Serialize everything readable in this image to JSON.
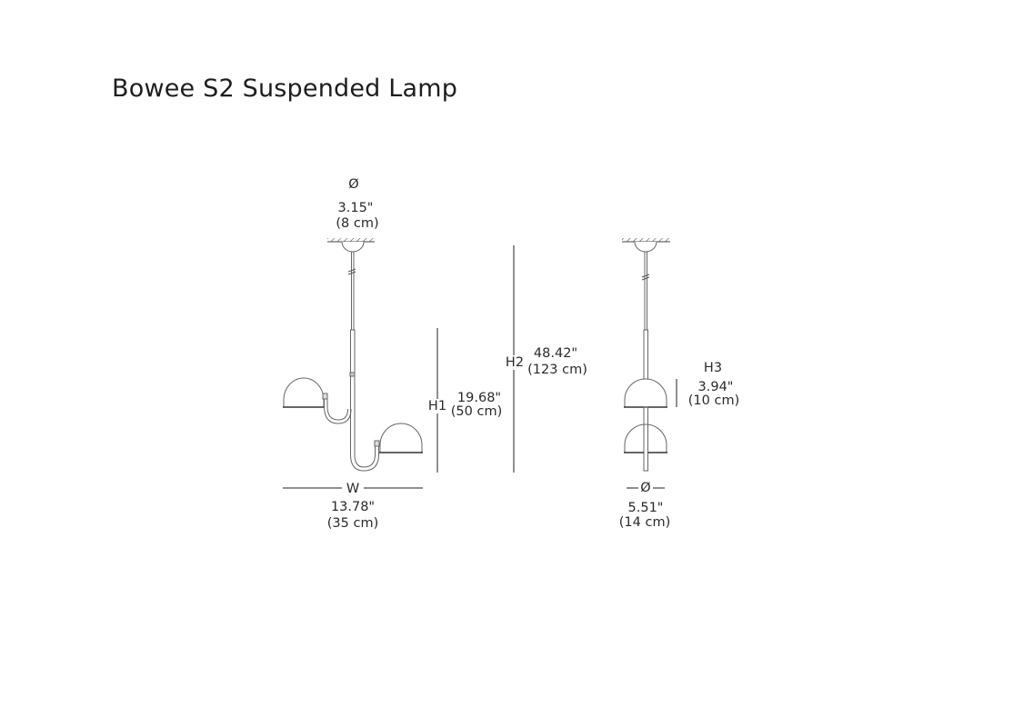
{
  "title": "Bowee S2 Suspended Lamp",
  "front_view": {
    "canopy_diameter": {
      "symbol": "Ø",
      "inches": "3.15\"",
      "cm": "(8 cm)"
    },
    "h1": {
      "label": "H1",
      "inches": "19.68\"",
      "cm": "(50 cm)"
    },
    "h2": {
      "label": "H2",
      "inches": "48.42\"",
      "cm": "(123 cm)"
    },
    "width": {
      "label": "W",
      "inches": "13.78\"",
      "cm": "(35 cm)"
    }
  },
  "side_view": {
    "h3": {
      "label": "H3",
      "inches": "3.94\"",
      "cm": "(10 cm)"
    },
    "shade_diameter": {
      "symbol": "Ø",
      "inches": "5.51\"",
      "cm": "(14 cm)"
    }
  }
}
